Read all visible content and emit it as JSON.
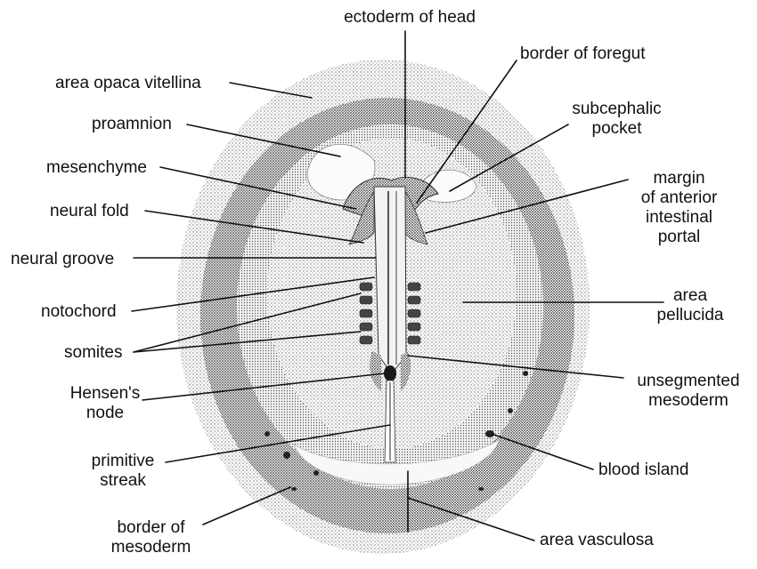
{
  "colors": {
    "ink": "#111111",
    "stipple_dark": "#5a5a5a",
    "stipple_light": "#c8c8c8",
    "background": "#ffffff"
  },
  "labels": {
    "ectoderm_of_head": "ectoderm of head",
    "border_of_foregut": "border of foregut",
    "area_opaca_vitellina": "area opaca vitellina",
    "proamnion": "proamnion",
    "subcephalic_pocket_1": "subcephalic",
    "subcephalic_pocket_2": "pocket",
    "mesenchyme": "mesenchyme",
    "margin_1": "margin",
    "margin_2": "of anterior",
    "margin_3": "intestinal",
    "margin_4": "portal",
    "neural_fold": "neural fold",
    "neural_groove": "neural groove",
    "notochord": "notochord",
    "area_pellucida_1": "area",
    "area_pellucida_2": "pellucida",
    "somites": "somites",
    "hensens_node_1": "Hensen's",
    "hensens_node_2": "node",
    "unsegmented_1": "unsegmented",
    "unsegmented_2": "mesoderm",
    "primitive_streak_1": "primitive",
    "primitive_streak_2": "streak",
    "blood_island": "blood island",
    "border_of_mesoderm_1": "border of",
    "border_of_mesoderm_2": "mesoderm",
    "area_vasculosa": "area vasculosa"
  }
}
